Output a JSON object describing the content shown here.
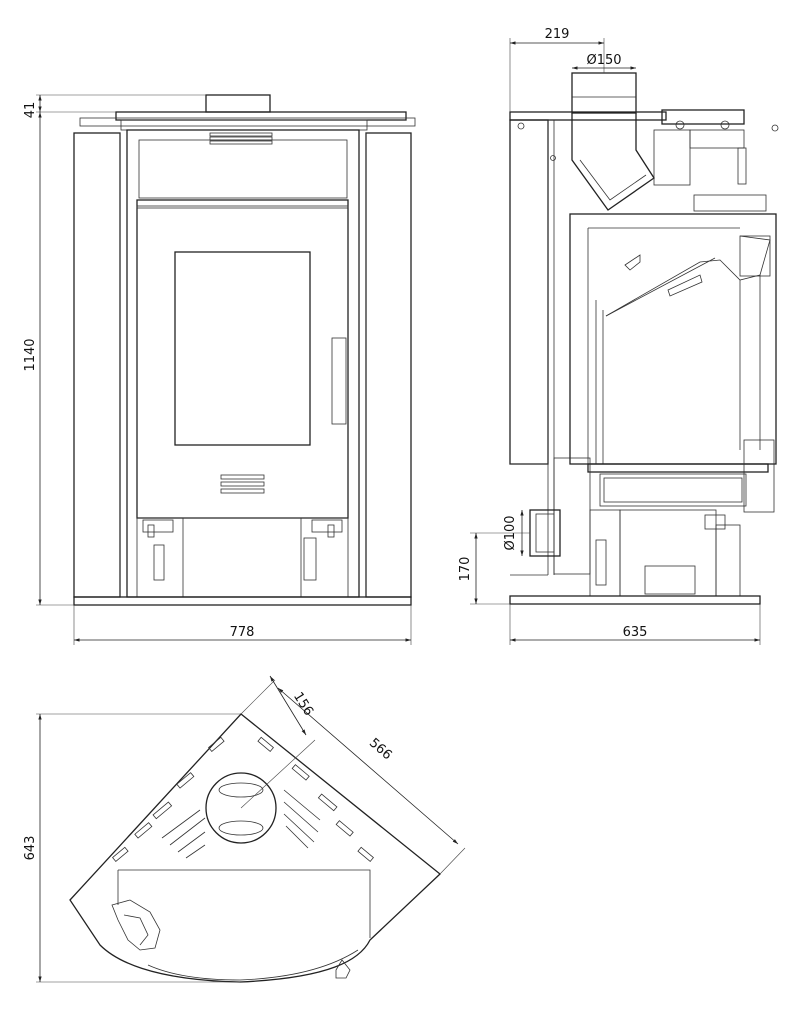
{
  "dimensions": {
    "front_height": "1140",
    "front_top": "41",
    "front_width": "778",
    "side_depth": "635",
    "side_flue_offset": "219",
    "side_flue_diameter": "Ø150",
    "side_inlet_diameter": "Ø100",
    "side_inlet_height": "170",
    "top_flue_offset": "156",
    "top_side_length": "566",
    "top_depth": "643"
  }
}
